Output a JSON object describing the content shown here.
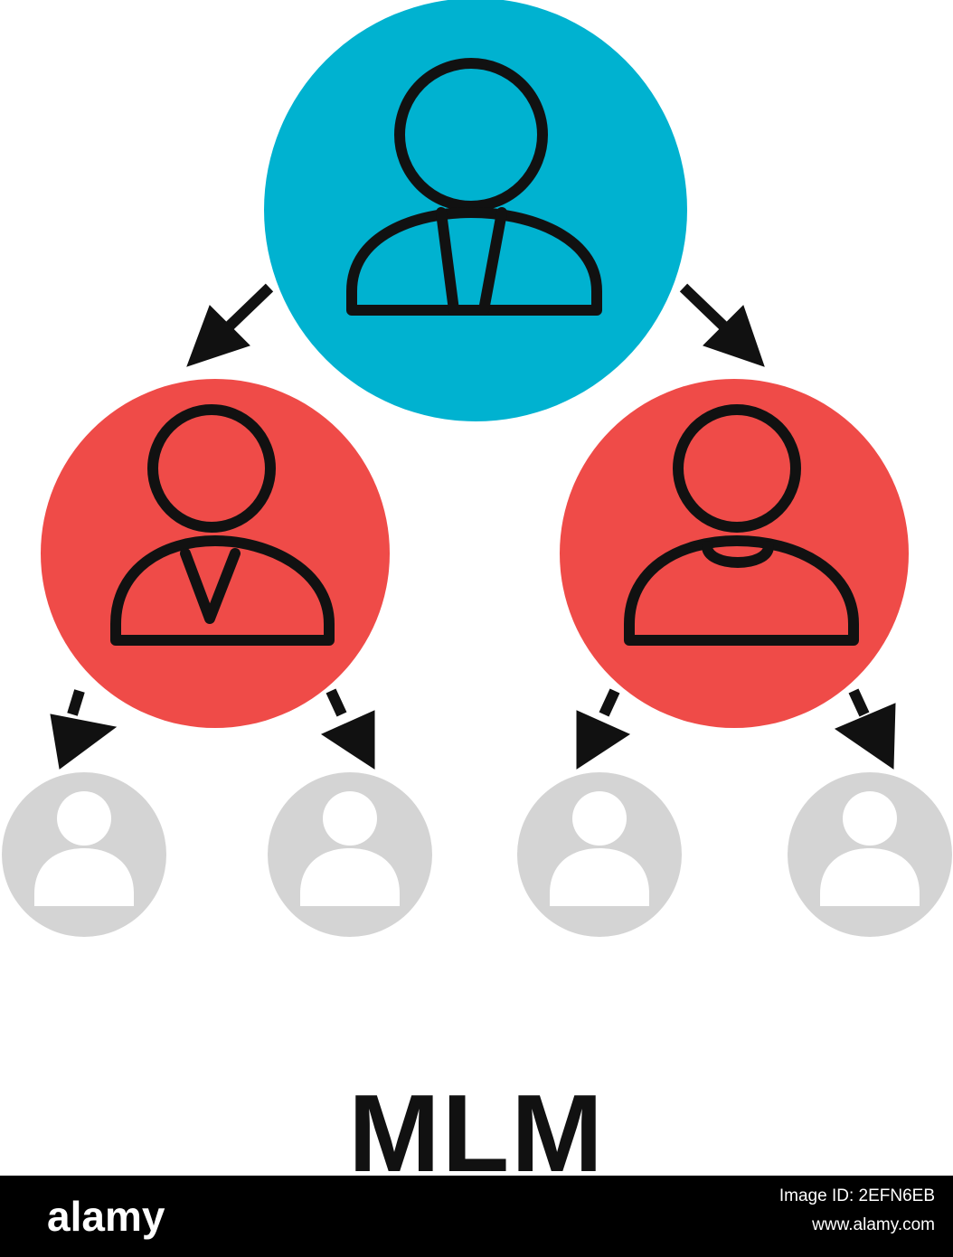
{
  "title": "MLM",
  "colors": {
    "top": "#00b2d0",
    "middle": "#ef4b48",
    "bottom": "#d4d4d4",
    "stroke": "#111111",
    "footer": "#000000"
  },
  "nodes": [
    {
      "id": "top",
      "level": "top",
      "icon": "person-suit-tie-icon"
    },
    {
      "id": "mid-left",
      "level": "middle",
      "icon": "person-vneck-icon"
    },
    {
      "id": "mid-right",
      "level": "middle",
      "icon": "person-crewneck-icon"
    },
    {
      "id": "bottom-1",
      "level": "bottom",
      "icon": "person-silhouette-icon"
    },
    {
      "id": "bottom-2",
      "level": "bottom",
      "icon": "person-silhouette-icon"
    },
    {
      "id": "bottom-3",
      "level": "bottom",
      "icon": "person-silhouette-icon"
    },
    {
      "id": "bottom-4",
      "level": "bottom",
      "icon": "person-silhouette-icon"
    }
  ],
  "edges": [
    {
      "from": "top",
      "to": "mid-left"
    },
    {
      "from": "top",
      "to": "mid-right"
    },
    {
      "from": "mid-left",
      "to": "bottom-1"
    },
    {
      "from": "mid-left",
      "to": "bottom-2"
    },
    {
      "from": "mid-right",
      "to": "bottom-3"
    },
    {
      "from": "mid-right",
      "to": "bottom-4"
    }
  ],
  "footer": {
    "brand": "alamy",
    "image_id": "Image ID: 2EFN6EB",
    "url": "www.alamy.com"
  }
}
